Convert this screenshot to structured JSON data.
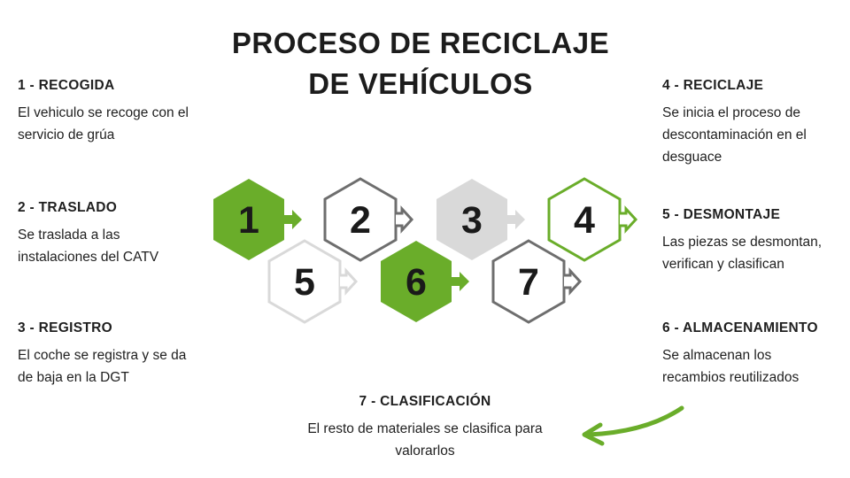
{
  "title": {
    "line1": "PROCESO DE RECICLAJE",
    "line2": "DE VEHÍCULOS"
  },
  "steps": [
    {
      "title": "1 - RECOGIDA",
      "text": "El vehiculo se recoge con el servicio de grúa"
    },
    {
      "title": "2 - TRASLADO",
      "text": "Se traslada a las instalaciones del CATV"
    },
    {
      "title": "3 - REGISTRO",
      "text": "El coche se registra y se da de baja en la DGT"
    },
    {
      "title": "4 - RECICLAJE",
      "text": "Se inicia el proceso de descontaminación en el desguace"
    },
    {
      "title": "5 - DESMONTAJE",
      "text": "Las piezas se desmontan, verifican y clasifican"
    },
    {
      "title": "6 - ALMACENAMIENTO",
      "text": "Se almacenan los recambios reutilizados"
    },
    {
      "title": "7 - CLASIFICACIÓN",
      "text": "El resto de materiales se clasifica para valorarlos"
    }
  ],
  "hexagons": [
    {
      "number": "1",
      "style": "filled",
      "color": "#6aad2a"
    },
    {
      "number": "2",
      "style": "outline",
      "color": "#6e6e6e"
    },
    {
      "number": "3",
      "style": "filled",
      "color": "#d9d9d9"
    },
    {
      "number": "4",
      "style": "outline",
      "color": "#6aad2a"
    },
    {
      "number": "5",
      "style": "outline",
      "color": "#d9d9d9"
    },
    {
      "number": "6",
      "style": "filled",
      "color": "#6aad2a"
    },
    {
      "number": "7",
      "style": "outline",
      "color": "#6e6e6e"
    }
  ],
  "colors": {
    "accent": "#6aad2a"
  }
}
